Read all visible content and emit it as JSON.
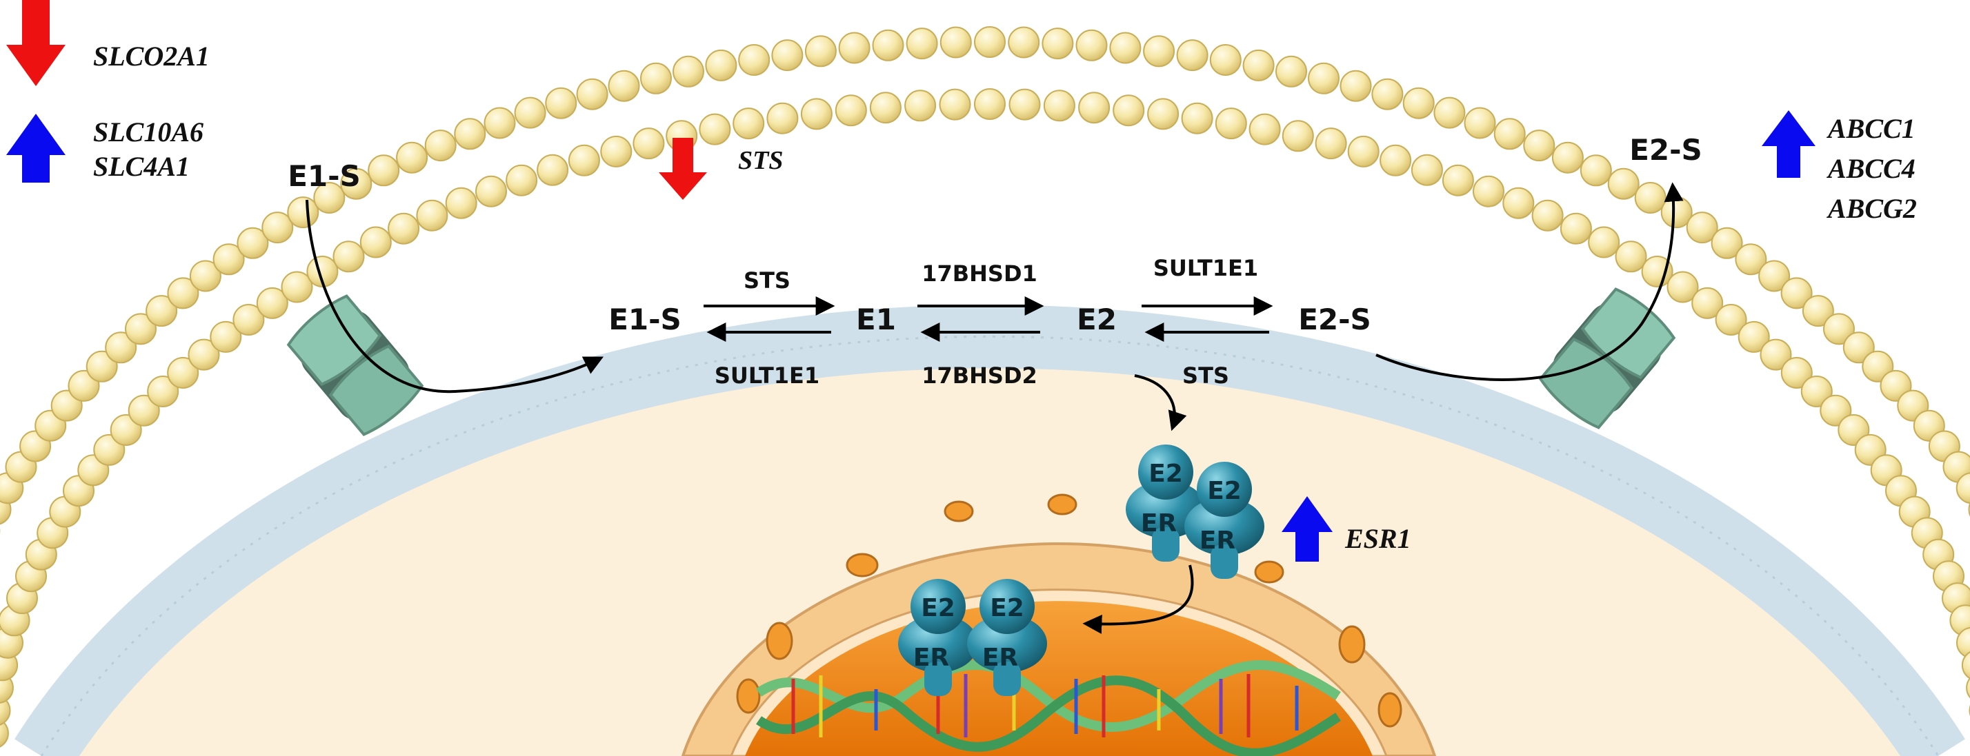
{
  "legend": {
    "down_genes": [
      "SLCO2A1"
    ],
    "up_genes": [
      "SLC10A6",
      "SLC4A1"
    ],
    "efflux_genes": [
      "ABCC1",
      "ABCC4",
      "ABCG2"
    ],
    "membrane_gene": "STS",
    "receptor_gene": "ESR1"
  },
  "metabolites": {
    "outside_left": "E1-S",
    "outside_right": "E2-S",
    "e1s": "E1-S",
    "e1": "E1",
    "e2": "E2",
    "e2s": "E2-S"
  },
  "enzymes": {
    "e1s_to_e1": "STS",
    "e1_to_e1s": "SULT1E1",
    "e1_to_e2": "17BHSD1",
    "e2_to_e1": "17BHSD2",
    "e2_to_e2s": "SULT1E1",
    "e2s_to_e2": "STS"
  },
  "complex": {
    "ligand": "E2",
    "receptor": "ER"
  },
  "colors": {
    "up_arrow": "#0a0af0",
    "down_arrow": "#ee1111",
    "lipid_head": "#f6e7a6",
    "membrane_tail": "#cfe0ea",
    "cytoplasm": "#fcf0db",
    "transporter": "#7fb8a3",
    "nucleus_envelope": "#f6c98c",
    "nucleoplasm": "#f08a1c",
    "receptor": "#2c8ea8"
  }
}
